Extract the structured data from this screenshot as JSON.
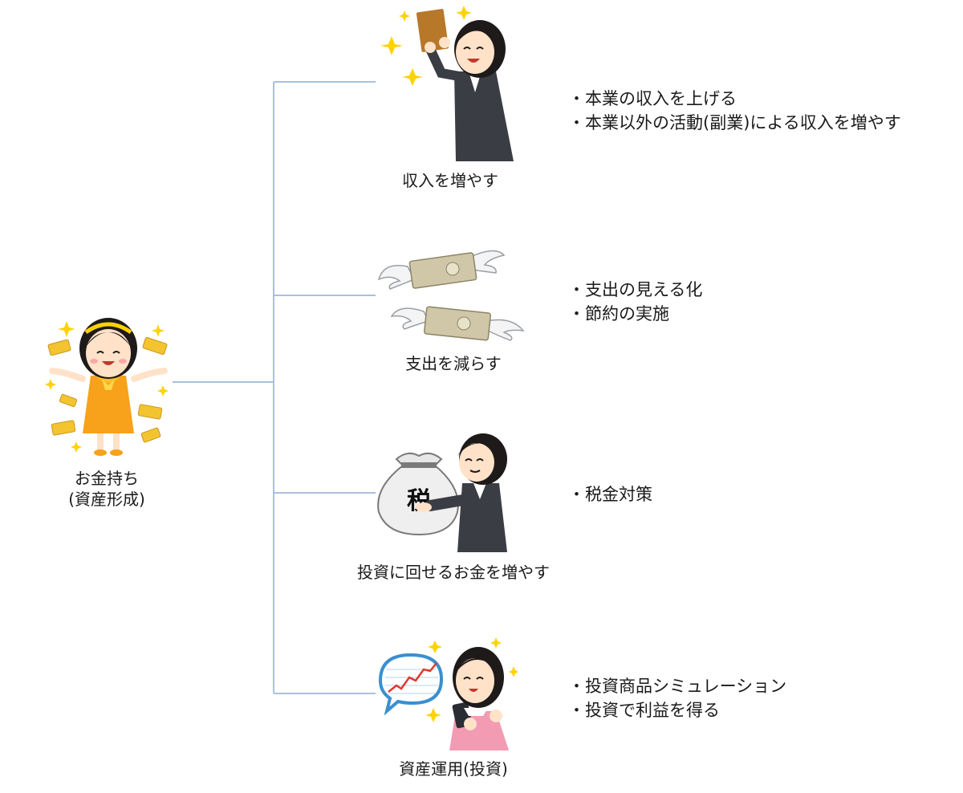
{
  "root": {
    "label_line1": "お金持ち",
    "label_line2": "(資産形成)"
  },
  "branches": [
    {
      "label": "収入を増やす",
      "points": [
        "・本業の収入を上げる",
        "・本業以外の活動(副業)による収入を増やす"
      ]
    },
    {
      "label": "支出を減らす",
      "points": [
        "・支出の見える化",
        "・節約の実施"
      ]
    },
    {
      "label": "投資に回せるお金を増やす",
      "points": [
        "・税金対策"
      ],
      "bag_text": "税"
    },
    {
      "label": "資産運用(投資)",
      "points": [
        "・投資商品シミュレーション",
        "・投資で利益を得る"
      ]
    }
  ],
  "colors": {
    "connector": "#aac0dc",
    "gold": "#f4c430",
    "dress": "#f7a21a",
    "suit": "#3a3d44",
    "hair": "#1f1a1a",
    "skin": "#ffe2c8",
    "pink": "#f29bb3",
    "bubble": "#3a8fd0"
  }
}
